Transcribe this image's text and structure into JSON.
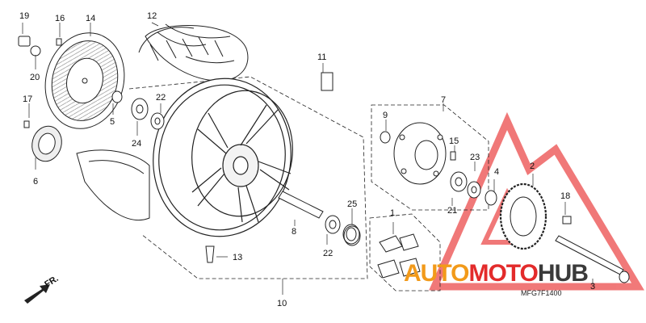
{
  "diagram": {
    "code": "MFG7F1400",
    "direction_label": "FR."
  },
  "parts": [
    {
      "num": "1"
    },
    {
      "num": "2"
    },
    {
      "num": "3"
    },
    {
      "num": "4"
    },
    {
      "num": "5"
    },
    {
      "num": "6"
    },
    {
      "num": "7"
    },
    {
      "num": "8"
    },
    {
      "num": "9"
    },
    {
      "num": "10"
    },
    {
      "num": "11"
    },
    {
      "num": "12"
    },
    {
      "num": "13"
    },
    {
      "num": "14"
    },
    {
      "num": "15"
    },
    {
      "num": "16"
    },
    {
      "num": "17"
    },
    {
      "num": "18"
    },
    {
      "num": "19"
    },
    {
      "num": "20"
    },
    {
      "num": "21"
    },
    {
      "num": "22"
    },
    {
      "num": "22"
    },
    {
      "num": "23"
    },
    {
      "num": "24"
    },
    {
      "num": "25"
    }
  ],
  "watermark": {
    "part1": "AUTO",
    "part2": "MOTO",
    "part3": "HUB",
    "color_red": "#e32b2b",
    "color_orange": "#f29a1a",
    "color_dark": "#3a3a3a",
    "triangle_color": "#ef6a6a"
  }
}
